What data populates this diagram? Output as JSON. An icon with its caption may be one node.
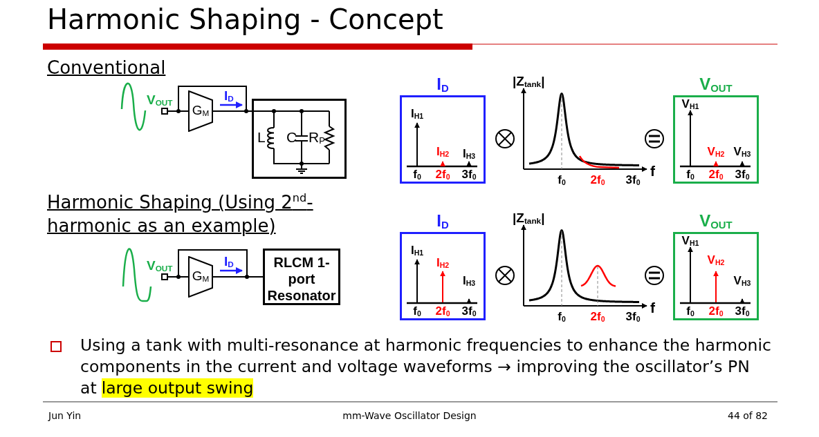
{
  "diagram": {
    "title": "Harmonic Shaping - Concept",
    "nodes": [
      {
        "text": [
          "G$_{M}$"
        ]
      },
      {
        "text": [
          "L",
          "C",
          "R$_{P}$"
        ]
      },
      {
        "text": [
          "G$_{M}$"
        ]
      },
      {
        "text": [
          "RLCM 1-port Resonator"
        ]
      },
      {
        "text": [
          "I$_{D}$",
          "I$_{H1}$",
          "I$_{H2}$",
          "I$_{H3}$",
          "f$_{0}$",
          "2f$_{0}$",
          "3f$_{0}$"
        ]
      },
      {
        "text": [
          "V$_{OUT}$",
          "V$_{H1}$",
          "V$_{H2}$",
          "V$_{H3}$",
          "f$_{0}$",
          "2f$_{0}$",
          "3f$_{0}$"
        ]
      },
      {
        "text": [
          "I$_{D}$",
          "I$_{H1}$",
          "I$_{H2}$",
          "I$_{H3}$",
          "f$_{0}$",
          "2f$_{0}$",
          "3f$_{0}$"
        ]
      },
      {
        "text": [
          "V$_{OUT}$",
          "V$_{H1}$",
          "V$_{H2}$",
          "V$_{H3}$",
          "f$_{0}$",
          "2f$_{0}$",
          "3f$_{0}$"
        ]
      }
    ],
    "edges": [
      {
        "from": 0,
        "to": 1,
        "arrow": "none"
      },
      {
        "from": 2,
        "to": 3,
        "arrow": "none"
      }
    ],
    "labels": [
      "Conventional",
      "V$_{OUT}$",
      "I$_{D}$",
      "|Z$_{tank}$|",
      "f",
      "f$_{0}$",
      "2f$_{0}$",
      "3f$_{0}$",
      "Harmonic Shaping (Using 2$^{nd}$-harmonic as an example)",
      "V$_{OUT}$",
      "I$_{D}$",
      "|Z$_{tank}$|",
      "f",
      "f$_{0}$",
      "2f$_{0}$",
      "3f$_{0}$",
      "Using a tank with multi-resonance at harmonic frequencies to enhance the harmonic components in the current and voltage waveforms → improving the oscillator’s PN at",
      "large output swing",
      "Jun Yin",
      "mm-Wave Oscillator Design",
      "44 of 82"
    ]
  }
}
